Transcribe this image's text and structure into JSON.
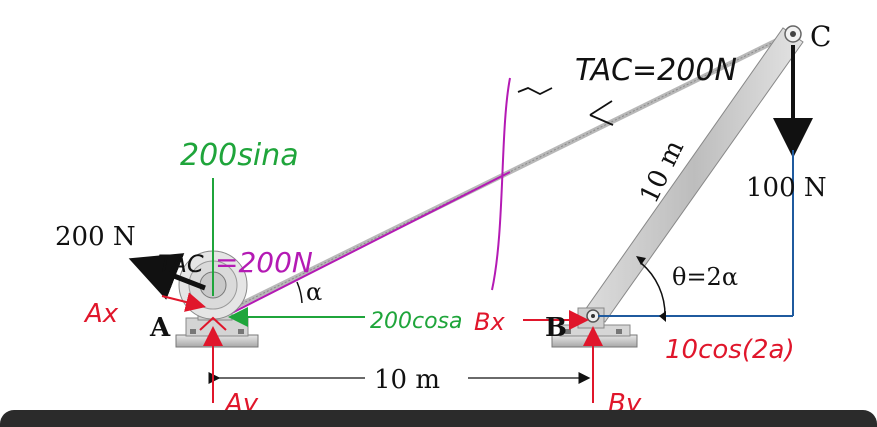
{
  "diagram": {
    "point_labels": {
      "a": "A",
      "b": "B",
      "c": "C"
    },
    "printed_labels": {
      "force_c": "100 N",
      "force_a": "200 N",
      "length_bc": "10 m",
      "length_ab": "10 m",
      "alpha": "α",
      "theta": "θ=2α"
    },
    "annotations": {
      "tac_top": "TAC=200N",
      "tac_at_a_prefix": "TAC",
      "tac_at_a_value": "=200N",
      "sin_component": "200sina",
      "cos_component": "200cosa",
      "ax": "Ax",
      "ay": "Ay",
      "bx": "Bx",
      "by": "By",
      "horizontal_projection": "10cos(2a)"
    },
    "colors": {
      "annotation_red": "#e0162b",
      "annotation_green": "#1fa53b",
      "annotation_magenta": "#b41ab4",
      "annotation_blue": "#1f5a9e",
      "structure_gray": "#c8c8c8",
      "ink": "#111111"
    }
  }
}
